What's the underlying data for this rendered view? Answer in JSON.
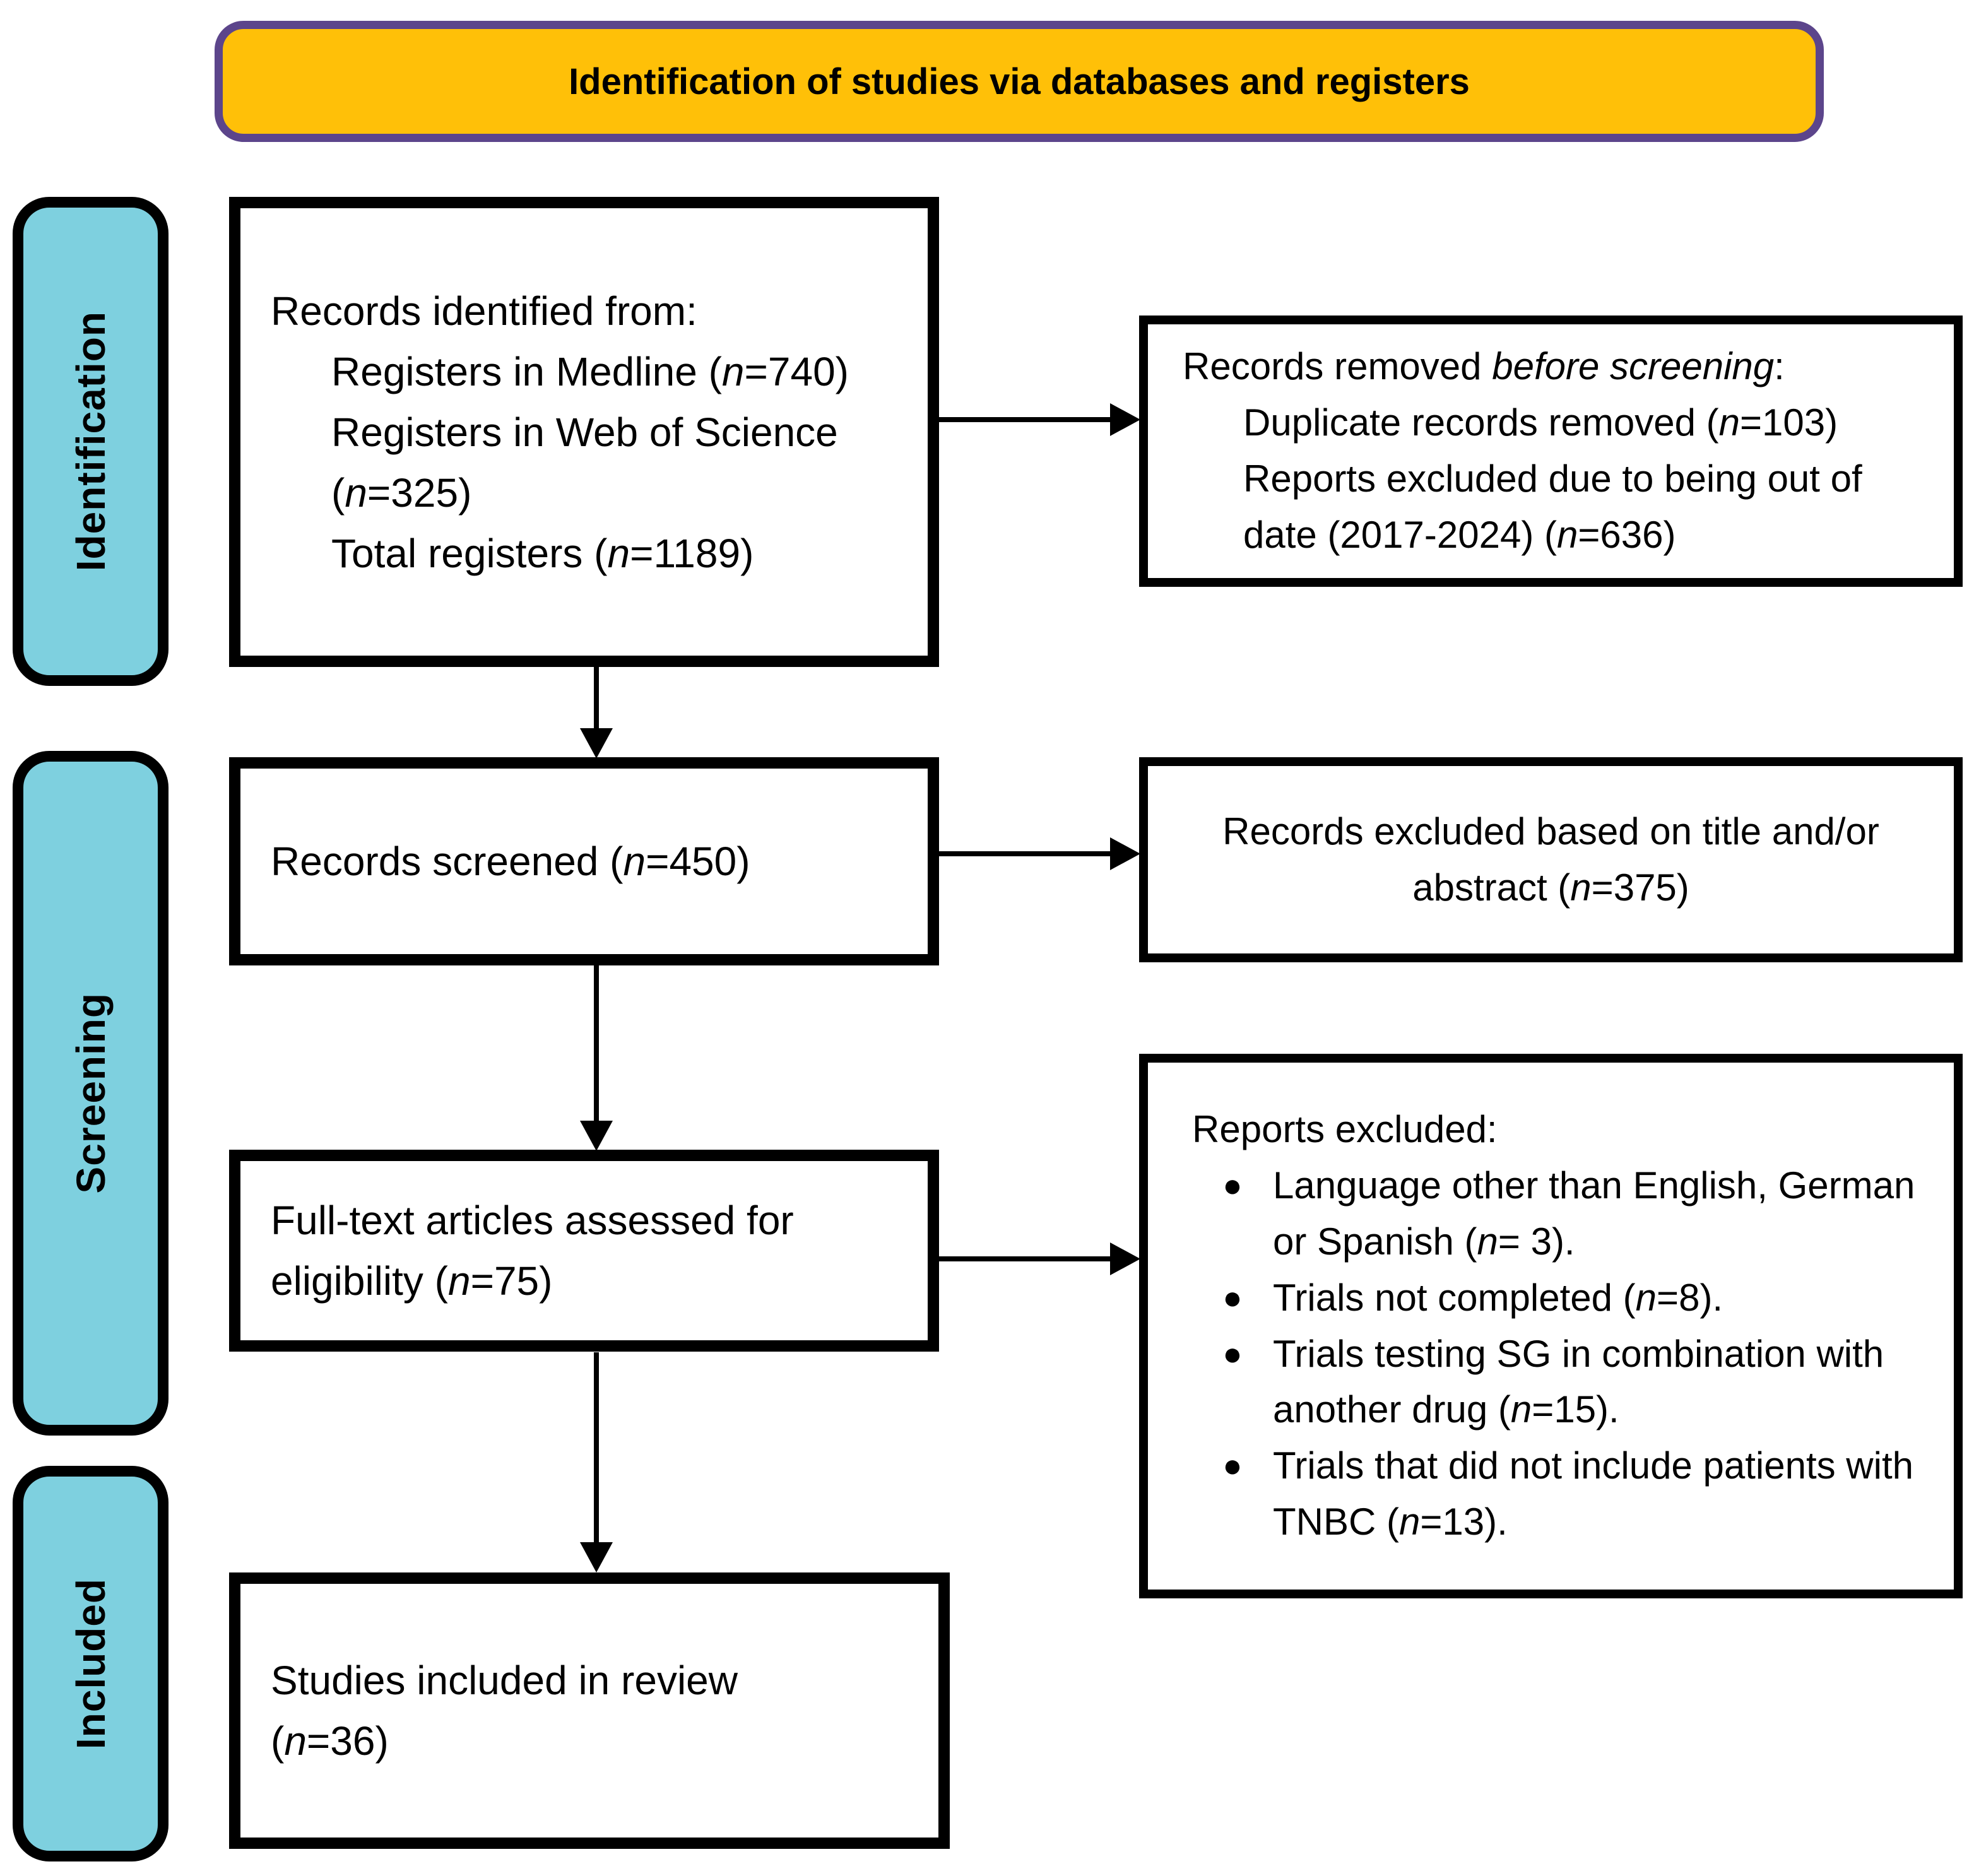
{
  "colors": {
    "banner-fill": "#FFC008",
    "banner-border": "#5C458B",
    "stage-fill": "#7ED0DF",
    "box-border": "#000000",
    "arrow": "#000000"
  },
  "banner": {
    "label": "Identification of studies via databases and registers"
  },
  "stages": {
    "identification": "Identification",
    "screening": "Screening",
    "included": "Included"
  },
  "boxes": {
    "identified": {
      "title": "Records identified from:",
      "lines": [
        "Registers in Medline (<i>n</i>=740)",
        "Registers in Web of Science (<i>n</i>=325)",
        "Total registers (<i>n</i>=1189)"
      ]
    },
    "removed": {
      "title": "Records removed <i>before screening</i>:",
      "lines": [
        "Duplicate records removed (<i>n</i>=103)",
        "Reports excluded due to being out of date (2017-2024) (<i>n</i>=636)"
      ]
    },
    "screened": {
      "label": "Records screened (<i>n</i>=450)"
    },
    "excluded_title": {
      "label": "Records excluded based on title and/or abstract (<i>n</i>=375)"
    },
    "fulltext": {
      "label": "Full-text articles assessed for eligibility (<i>n</i>=75)"
    },
    "reports": {
      "title": "Reports excluded:",
      "bullet_glyph": "●",
      "items": [
        "Language other than English, German or Spanish (<i>n</i>= 3).",
        "Trials not completed (<i>n</i>=8).",
        "Trials testing SG in combination with another drug (<i>n</i>=15).",
        "Trials that did not include patients with TNBC (<i>n</i>=13)."
      ]
    },
    "included": {
      "label": "Studies included in review (<i>n</i>=36)"
    }
  }
}
